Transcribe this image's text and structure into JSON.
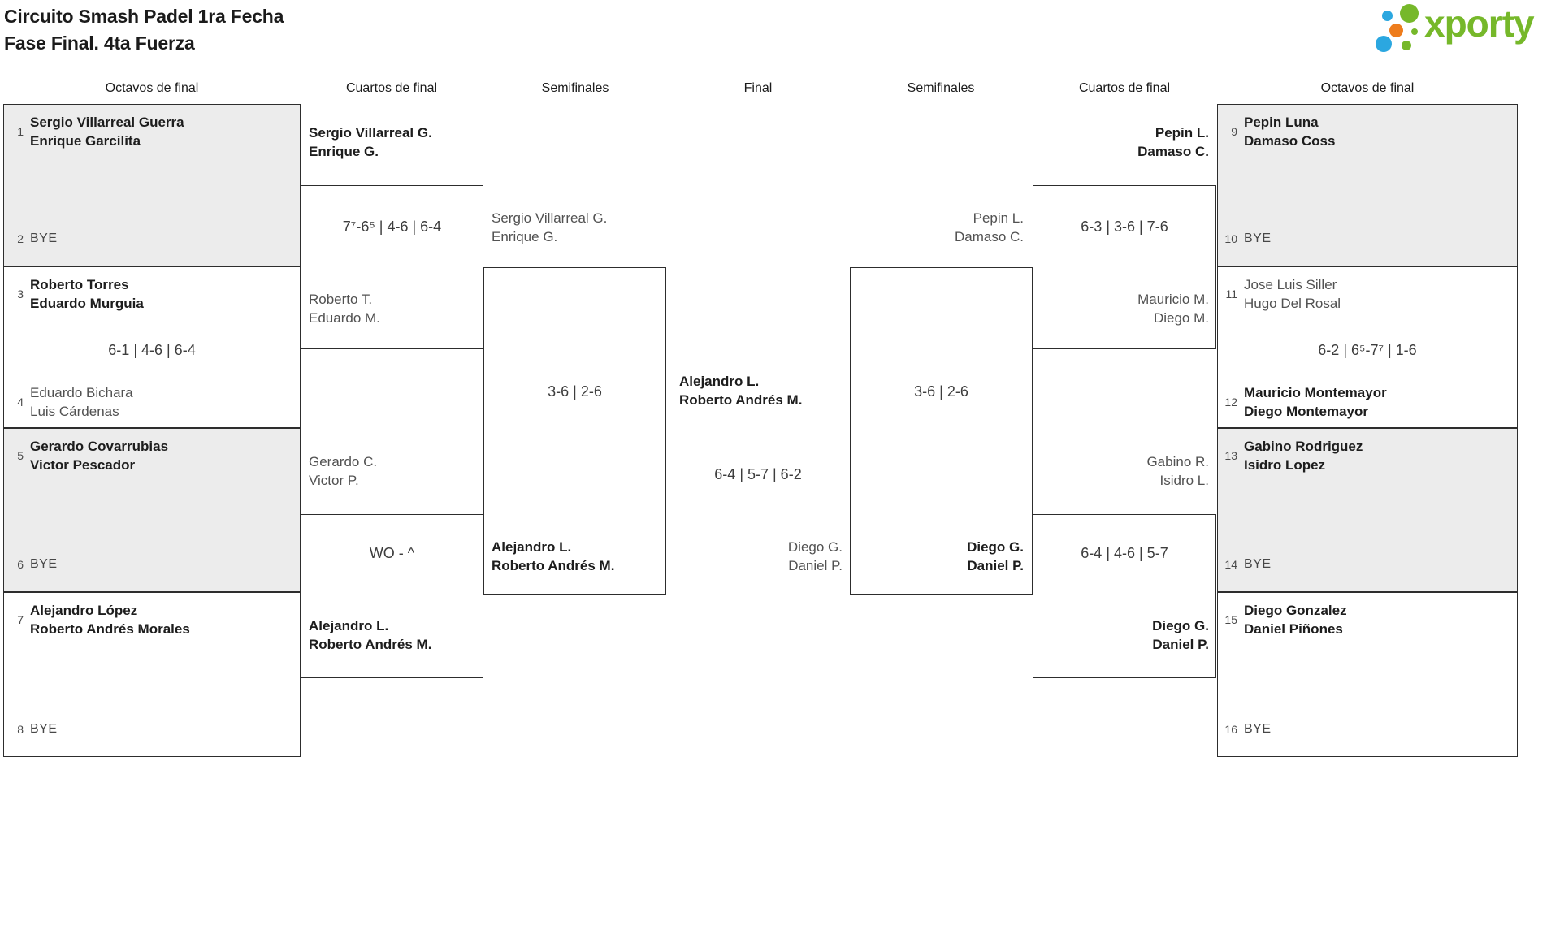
{
  "title": {
    "line1": "Circuito Smash Padel 1ra Fecha",
    "line2": "Fase Final. 4ta Fuerza"
  },
  "logo": {
    "wordmark": "xporty",
    "colors": {
      "green": "#76b82a",
      "blue": "#2ba7e0",
      "orange": "#ee7c1c"
    }
  },
  "colors": {
    "box_gray": "#ececec",
    "line": "#2d2d2d",
    "winner_text": "#1d1d1d",
    "loser_text": "#525252"
  },
  "round_headers": [
    "Octavos de final",
    "Cuartos de final",
    "Semifinales",
    "Final",
    "Semifinales",
    "Cuartos de final",
    "Octavos de final"
  ],
  "octavos_left": {
    "m1": {
      "seed_top": "1",
      "team_top": [
        "Sergio Villarreal Guerra",
        "Enrique Garcilita"
      ],
      "top_winner": true,
      "seed_bottom": "2",
      "bye_label": "BYE"
    },
    "m2": {
      "seed_top": "3",
      "team_top": [
        "Roberto Torres",
        "Eduardo Murguia"
      ],
      "top_winner": true,
      "score": "6-1 | 4-6 | 6-4",
      "seed_bottom": "4",
      "team_bottom": [
        "Eduardo Bichara",
        "Luis Cárdenas"
      ],
      "bottom_winner": false
    },
    "m3": {
      "seed_top": "5",
      "team_top": [
        "Gerardo Covarrubias",
        "Victor Pescador"
      ],
      "top_winner": true,
      "seed_bottom": "6",
      "bye_label": "BYE"
    },
    "m4": {
      "seed_top": "7",
      "team_top": [
        "Alejandro López",
        "Roberto Andrés Morales"
      ],
      "top_winner": true,
      "seed_bottom": "8",
      "bye_label": "BYE"
    }
  },
  "octavos_right": {
    "m1": {
      "seed_top": "9",
      "team_top": [
        "Pepin Luna",
        "Damaso Coss"
      ],
      "top_winner": true,
      "seed_bottom": "10",
      "bye_label": "BYE"
    },
    "m2": {
      "seed_top": "11",
      "team_top": [
        "Jose Luis Siller",
        "Hugo Del Rosal"
      ],
      "top_winner": false,
      "score": "6-2 | 6⁵-7⁷ | 1-6",
      "seed_bottom": "12",
      "team_bottom": [
        "Mauricio Montemayor",
        "Diego Montemayor"
      ],
      "bottom_winner": true
    },
    "m3": {
      "seed_top": "13",
      "team_top": [
        "Gabino Rodriguez",
        "Isidro Lopez"
      ],
      "top_winner": true,
      "seed_bottom": "14",
      "bye_label": "BYE"
    },
    "m4": {
      "seed_top": "15",
      "team_top": [
        "Diego Gonzalez",
        "Daniel Piñones"
      ],
      "top_winner": true,
      "seed_bottom": "16",
      "bye_label": "BYE"
    }
  },
  "cuartos_left": {
    "m1": {
      "top": [
        "Sergio Villarreal G.",
        "Enrique G."
      ],
      "top_winner": true,
      "score": "7⁷-6⁵ | 4-6 | 6-4",
      "bottom": [
        "Roberto T.",
        "Eduardo M."
      ],
      "bottom_winner": false
    },
    "m2": {
      "top": [
        "Gerardo C.",
        "Victor P."
      ],
      "top_winner": false,
      "score": "WO - ^",
      "bottom": [
        "Alejandro L.",
        "Roberto Andrés M."
      ],
      "bottom_winner": true
    }
  },
  "cuartos_right": {
    "m1": {
      "top": [
        "Pepin L.",
        "Damaso C."
      ],
      "top_winner": true,
      "score": "6-3 | 3-6 | 7-6",
      "bottom": [
        "Mauricio M.",
        "Diego M."
      ],
      "bottom_winner": false
    },
    "m2": {
      "top": [
        "Gabino R.",
        "Isidro L."
      ],
      "top_winner": false,
      "score": "6-4 | 4-6 | 5-7",
      "bottom": [
        "Diego G.",
        "Daniel P."
      ],
      "bottom_winner": true
    }
  },
  "semis_left": {
    "top": [
      "Sergio Villarreal G.",
      "Enrique G."
    ],
    "top_winner": false,
    "score": "3-6 | 2-6",
    "bottom": [
      "Alejandro L.",
      "Roberto Andrés M."
    ],
    "bottom_winner": true
  },
  "semis_right": {
    "top": [
      "Pepin L.",
      "Damaso C."
    ],
    "top_winner": false,
    "score": "3-6 | 2-6",
    "bottom": [
      "Diego G.",
      "Daniel P."
    ],
    "bottom_winner": true
  },
  "final": {
    "winner": [
      "Alejandro L.",
      "Roberto Andrés M."
    ],
    "score": "6-4 | 5-7 | 6-2",
    "runner_up": [
      "Diego G.",
      "Daniel P."
    ]
  }
}
